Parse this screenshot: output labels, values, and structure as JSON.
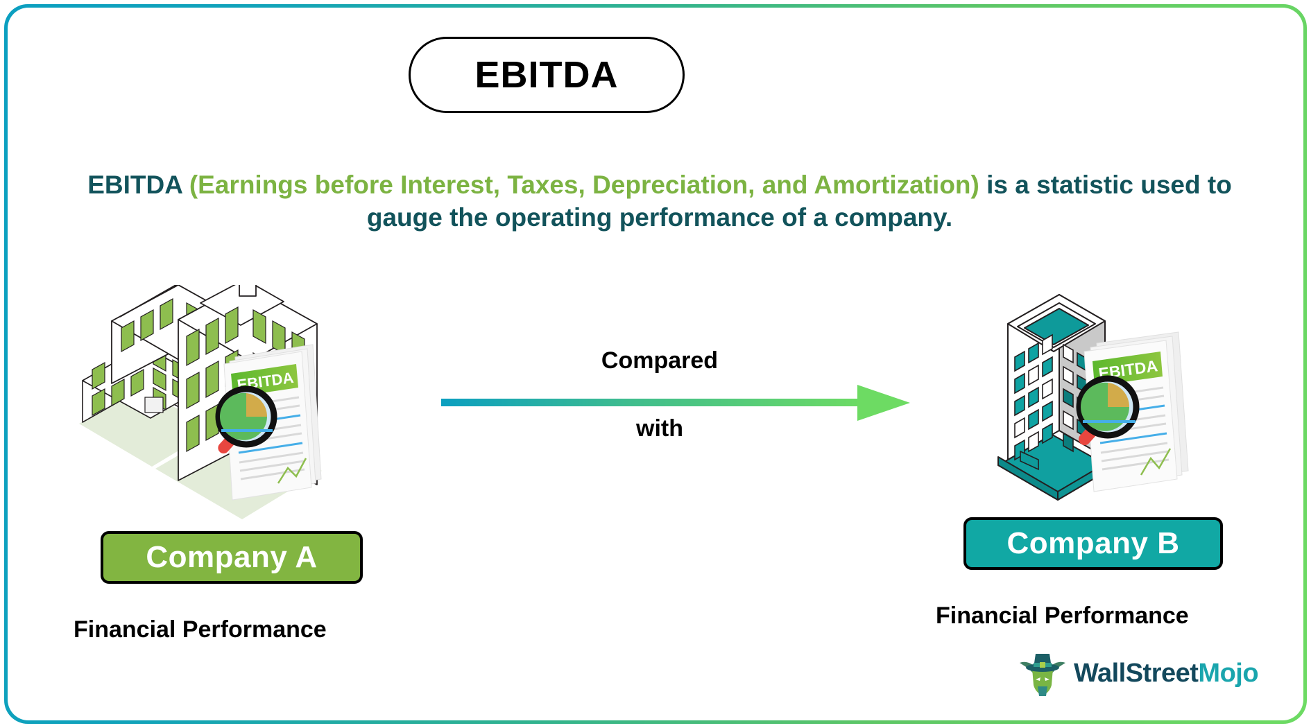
{
  "frame": {
    "border_gradient_from": "#0b9fc0",
    "border_gradient_to": "#6ddb63",
    "background": "#ffffff"
  },
  "header": {
    "title": "EBITDA"
  },
  "subtitle": {
    "segment_1": "EBITDA ",
    "segment_2_green": "(Earnings before Interest, Taxes, Depreciation, and Amortization)",
    "segment_3": " is a statistic used to gauge the operating performance of a company.",
    "color_dark": "#12535b",
    "color_green": "#7cb342"
  },
  "comparison": {
    "label_top": "Compared",
    "label_bottom": "with",
    "arrow_gradient_from": "#0b9fc0",
    "arrow_gradient_to": "#6ddb63"
  },
  "left_panel": {
    "button_label": "Company A",
    "button_color": "#82b541",
    "caption": "Financial Performance",
    "document_header": "EBITDA",
    "building_window_color": "#8ebe4f"
  },
  "right_panel": {
    "button_label": "Company B",
    "button_color": "#11a8a4",
    "caption": "Financial Performance",
    "document_header": "EBITDA",
    "building_window_color": "#109b9b"
  },
  "logo": {
    "text_primary": "WallStreet",
    "text_accent": "Mojo",
    "color_primary": "#13485c",
    "color_accent": "#1aa5ad"
  }
}
